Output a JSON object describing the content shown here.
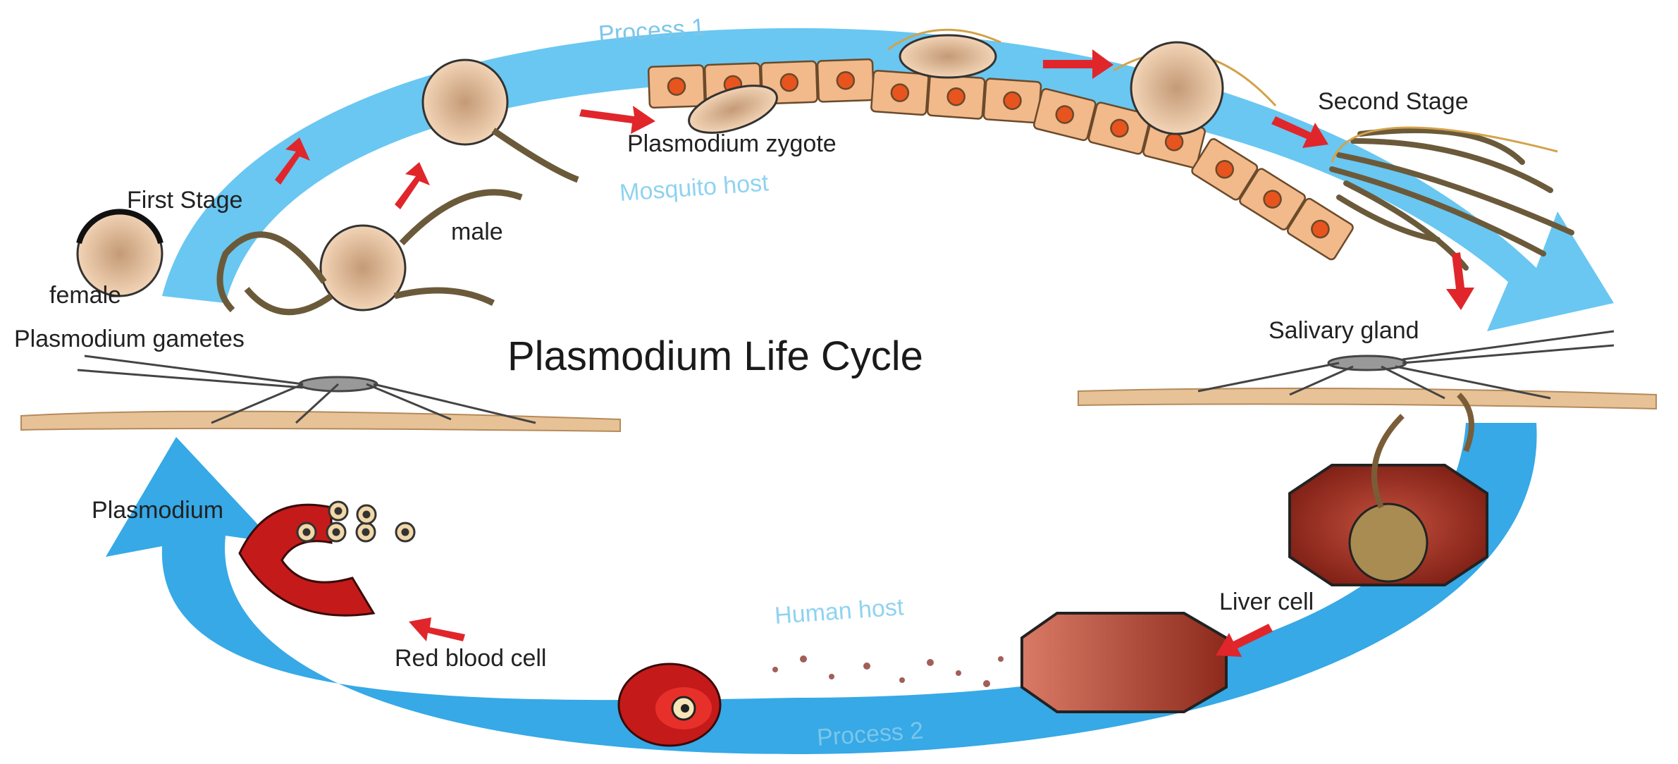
{
  "title": "Plasmodium Life Cycle",
  "processes": {
    "top": "Process 1",
    "bottom": "Process 2"
  },
  "hosts": {
    "mosquito": "Mosquito host",
    "human": "Human host"
  },
  "labels": {
    "first_stage": "First Stage",
    "second_stage": "Second Stage",
    "female": "female",
    "male": "male",
    "gametes": "Plasmodium gametes",
    "zygote": "Plasmodium zygote",
    "salivary_gland": "Salivary gland",
    "liver_cell": "Liver cell",
    "red_blood_cell": "Red blood cell",
    "plasmodium": "Plasmodium"
  },
  "colors": {
    "cycle_blue": "#3bb4ec",
    "cycle_light": "#8fd3f3",
    "arrow_red": "#e0262b",
    "gamete_fill": "#f0cfb0",
    "gut_cell": "#f2b98a",
    "nucleus": "#e8541e",
    "liver": "#b23a2a",
    "rbc": "#d01f1f",
    "skin": "#e7c49a"
  },
  "icons": {
    "gamete": "gamete-cell-icon",
    "mosquito": "mosquito-icon",
    "liver": "liver-cell-icon",
    "rbc": "red-blood-cell-icon",
    "arrow": "red-arrow-icon"
  }
}
